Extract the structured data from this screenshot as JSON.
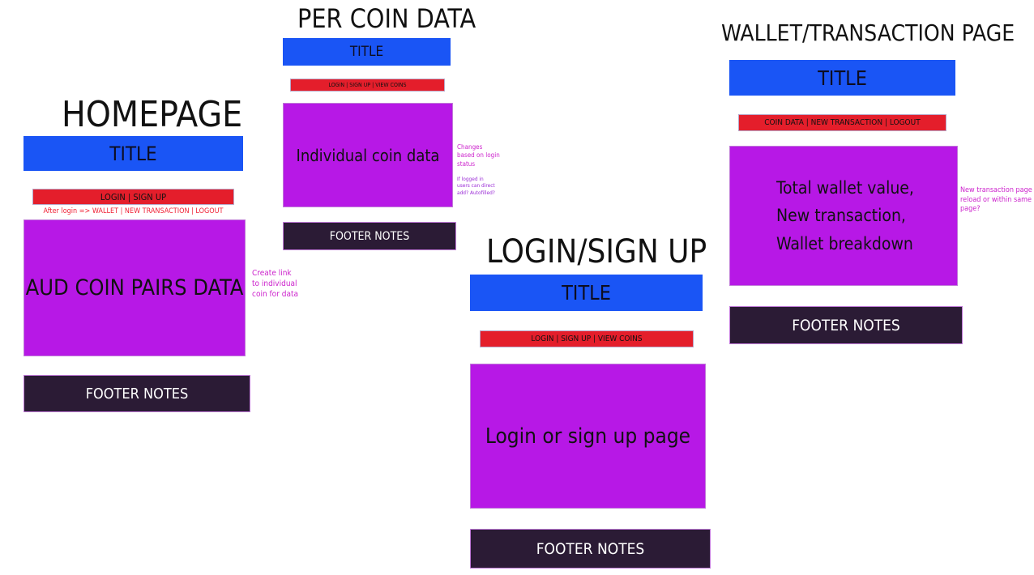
{
  "homepage": {
    "heading": "HOMEPAGE",
    "title_bar": "TITLE",
    "nav": "LOGIN | SIGN UP",
    "after_login_note": "After login => WALLET | NEW TRANSACTION | LOGOUT",
    "content": "AUD COIN PAIRS DATA",
    "footer": "FOOTER NOTES",
    "side_note": [
      "Create link",
      "to individual",
      "coin for data"
    ]
  },
  "per_coin": {
    "heading": "PER COIN DATA",
    "title_bar": "TITLE",
    "nav": "LOGIN | SIGN UP | VIEW COINS",
    "content": "Individual coin data",
    "footer": "FOOTER NOTES",
    "side_note": [
      "Changes",
      "based on login",
      "status"
    ],
    "side_note_2": [
      "If logged in",
      "users can direct",
      "add? Autofilled?"
    ]
  },
  "login": {
    "heading": "LOGIN/SIGN UP",
    "title_bar": "TITLE",
    "nav": "LOGIN | SIGN UP | VIEW COINS",
    "content": "Login or sign up page",
    "footer": "FOOTER NOTES"
  },
  "wallet": {
    "heading": "WALLET/TRANSACTION PAGE",
    "title_bar": "TITLE",
    "nav": "COIN DATA | NEW TRANSACTION | LOGOUT",
    "content": [
      "Total wallet value,",
      "New transaction,",
      "Wallet breakdown"
    ],
    "footer": "FOOTER NOTES",
    "side_note": [
      "New transaction page",
      "reload or within same",
      "page?"
    ]
  },
  "colors": {
    "title_bar": "#1a55f5",
    "nav_bar": "#e41e2b",
    "content": "#b718e6",
    "footer": "#2b1b35",
    "note": "#cc22cc"
  }
}
